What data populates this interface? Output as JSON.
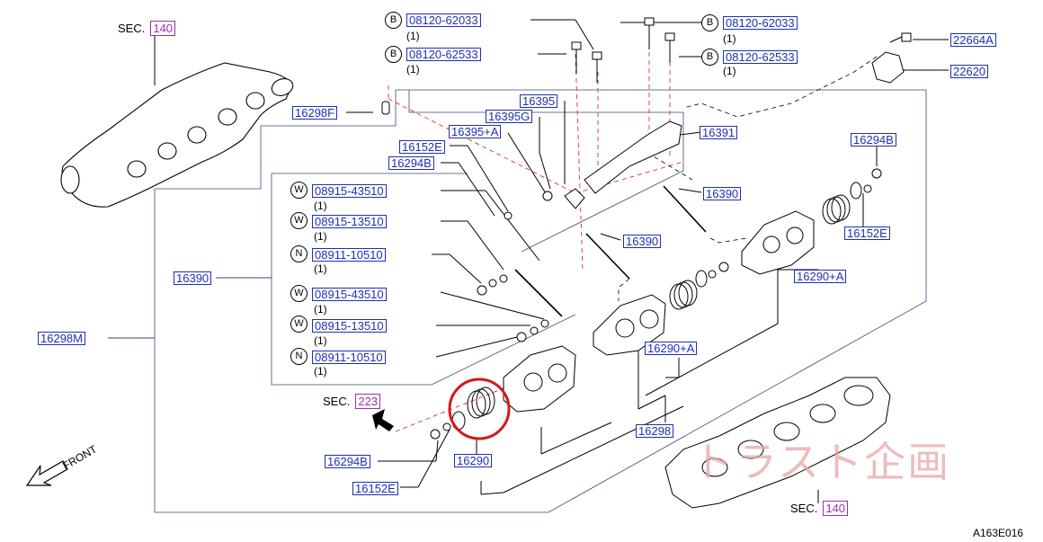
{
  "diagram": {
    "image_code": "A163E016",
    "front_label": "FRONT",
    "sec_label": "SEC.",
    "sections": {
      "top_left": "140",
      "middle": "223",
      "bottom_right": "140"
    },
    "bolts": [
      {
        "circle": "B",
        "part": "08120-62033",
        "qty": "(1)"
      },
      {
        "circle": "B",
        "part": "08120-62533",
        "qty": "(1)"
      },
      {
        "circle": "B",
        "part": "08120-62033",
        "qty": "(1)"
      },
      {
        "circle": "B",
        "part": "08120-62533",
        "qty": "(1)"
      }
    ],
    "box_parts": [
      {
        "circle": "W",
        "part": "08915-43510",
        "qty": "(1)"
      },
      {
        "circle": "W",
        "part": "08915-13510",
        "qty": "(1)"
      },
      {
        "circle": "N",
        "part": "08911-10510",
        "qty": "(1)"
      },
      {
        "circle": "W",
        "part": "08915-43510",
        "qty": "(1)"
      },
      {
        "circle": "W",
        "part": "08915-13510",
        "qty": "(1)"
      },
      {
        "circle": "N",
        "part": "08911-10510",
        "qty": "(1)"
      }
    ],
    "parts": {
      "p22664A": "22664A",
      "p22620": "22620",
      "p16298F": "16298F",
      "p16395": "16395",
      "p16395G": "16395G",
      "p16395A": "16395+A",
      "p16152E_top": "16152E",
      "p16294B_top": "16294B",
      "p16391": "16391",
      "p16294B_right": "16294B",
      "p16390_right": "16390",
      "p16390_mid": "16390",
      "p16152E_right": "16152E",
      "p16390_left": "16390",
      "p16290A_right": "16290+A",
      "p16290A_mid": "16290+A",
      "p16298M": "16298M",
      "p16298": "16298",
      "p16294B_bottom": "16294B",
      "p16290": "16290",
      "p16152E_bottom": "16152E"
    },
    "watermark": "トラスト企画"
  }
}
